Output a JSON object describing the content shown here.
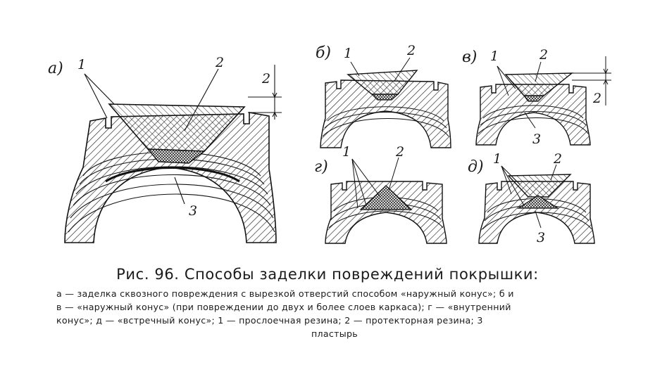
{
  "panels": [
    {
      "letter": "а)",
      "callouts": [
        "1",
        "2",
        "3"
      ],
      "dimension": "2"
    },
    {
      "letter": "б)",
      "callouts": [
        "1",
        "2"
      ]
    },
    {
      "letter": "в)",
      "callouts": [
        "1",
        "2",
        "3"
      ],
      "dimension": "2"
    },
    {
      "letter": "г)",
      "callouts": [
        "1",
        "2"
      ]
    },
    {
      "letter": "д)",
      "callouts": [
        "1",
        "2",
        "3"
      ]
    }
  ],
  "caption": {
    "title": "Рис. 96. Способы заделки повреждений покрышки:",
    "lines": [
      "а — заделка сквозного повреждения с вырезкой отверстий способом «наружный конус»; б и",
      "в — «наружный конус» (при повреждении до двух и более слоев каркаса); г — «внутренний",
      "конус»; д — «встречный конус»; 1 — прослоечная резина; 2 — протекторная резина; 3",
      "пластырь"
    ]
  }
}
